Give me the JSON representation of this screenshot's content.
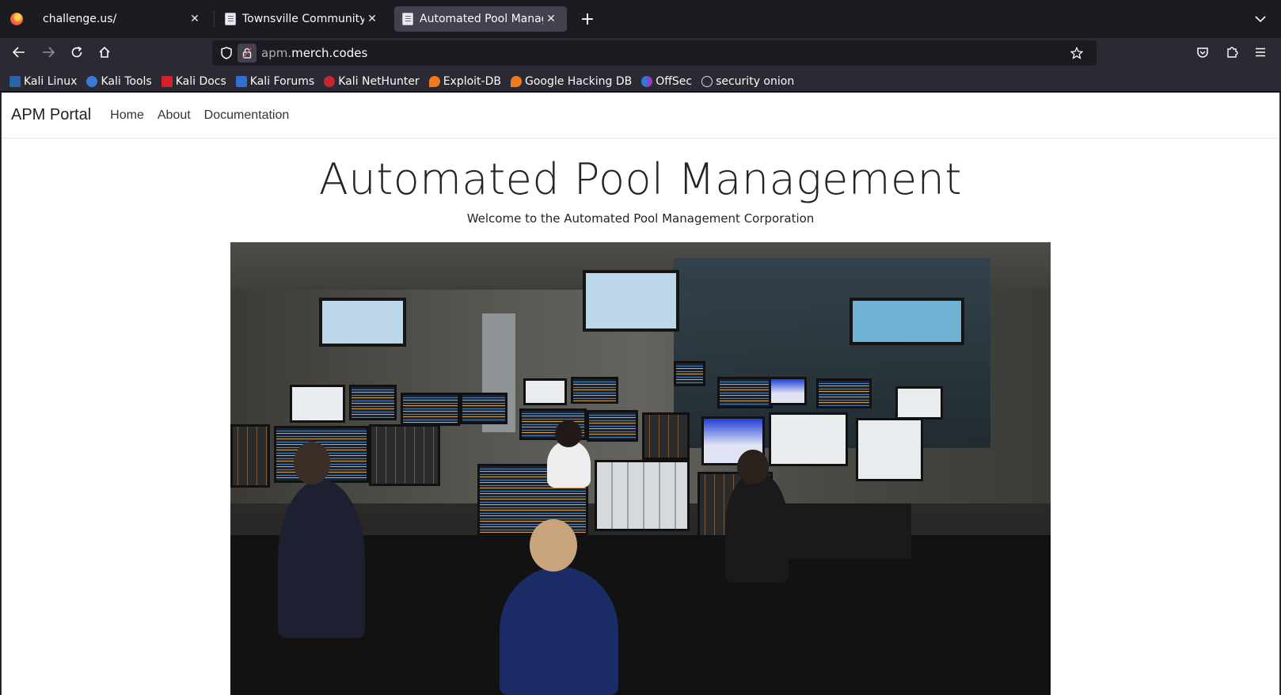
{
  "browser": {
    "tabs": [
      {
        "title": "challenge.us/",
        "active": false
      },
      {
        "title": "Townsville Community Po",
        "active": false
      },
      {
        "title": "Automated Pool Manager",
        "active": true
      }
    ],
    "url": {
      "dim": "apm.",
      "strong": "merch.codes"
    },
    "bookmarks": [
      {
        "label": "Kali Linux",
        "color": "#2b62a8"
      },
      {
        "label": "Kali Tools",
        "color": "#3b79d6"
      },
      {
        "label": "Kali Docs",
        "color": "#d4202c"
      },
      {
        "label": "Kali Forums",
        "color": "#2f6fd1"
      },
      {
        "label": "Kali NetHunter",
        "color": "#c62830"
      },
      {
        "label": "Exploit-DB",
        "color": "#f07b1e"
      },
      {
        "label": "Google Hacking DB",
        "color": "#f07b1e"
      },
      {
        "label": "OffSec",
        "color": "#5b57d8"
      },
      {
        "label": "security onion",
        "color": "#d8d8e0"
      }
    ]
  },
  "site": {
    "brand": "APM Portal",
    "nav": [
      "Home",
      "About",
      "Documentation"
    ],
    "title": "Automated Pool Management",
    "subtitle": "Welcome to the Automated Pool Management Corporation"
  },
  "colors": {
    "chrome_dark": "#1c1b22",
    "chrome_toolbar": "#2b2a33",
    "active_tab": "#42414d"
  }
}
